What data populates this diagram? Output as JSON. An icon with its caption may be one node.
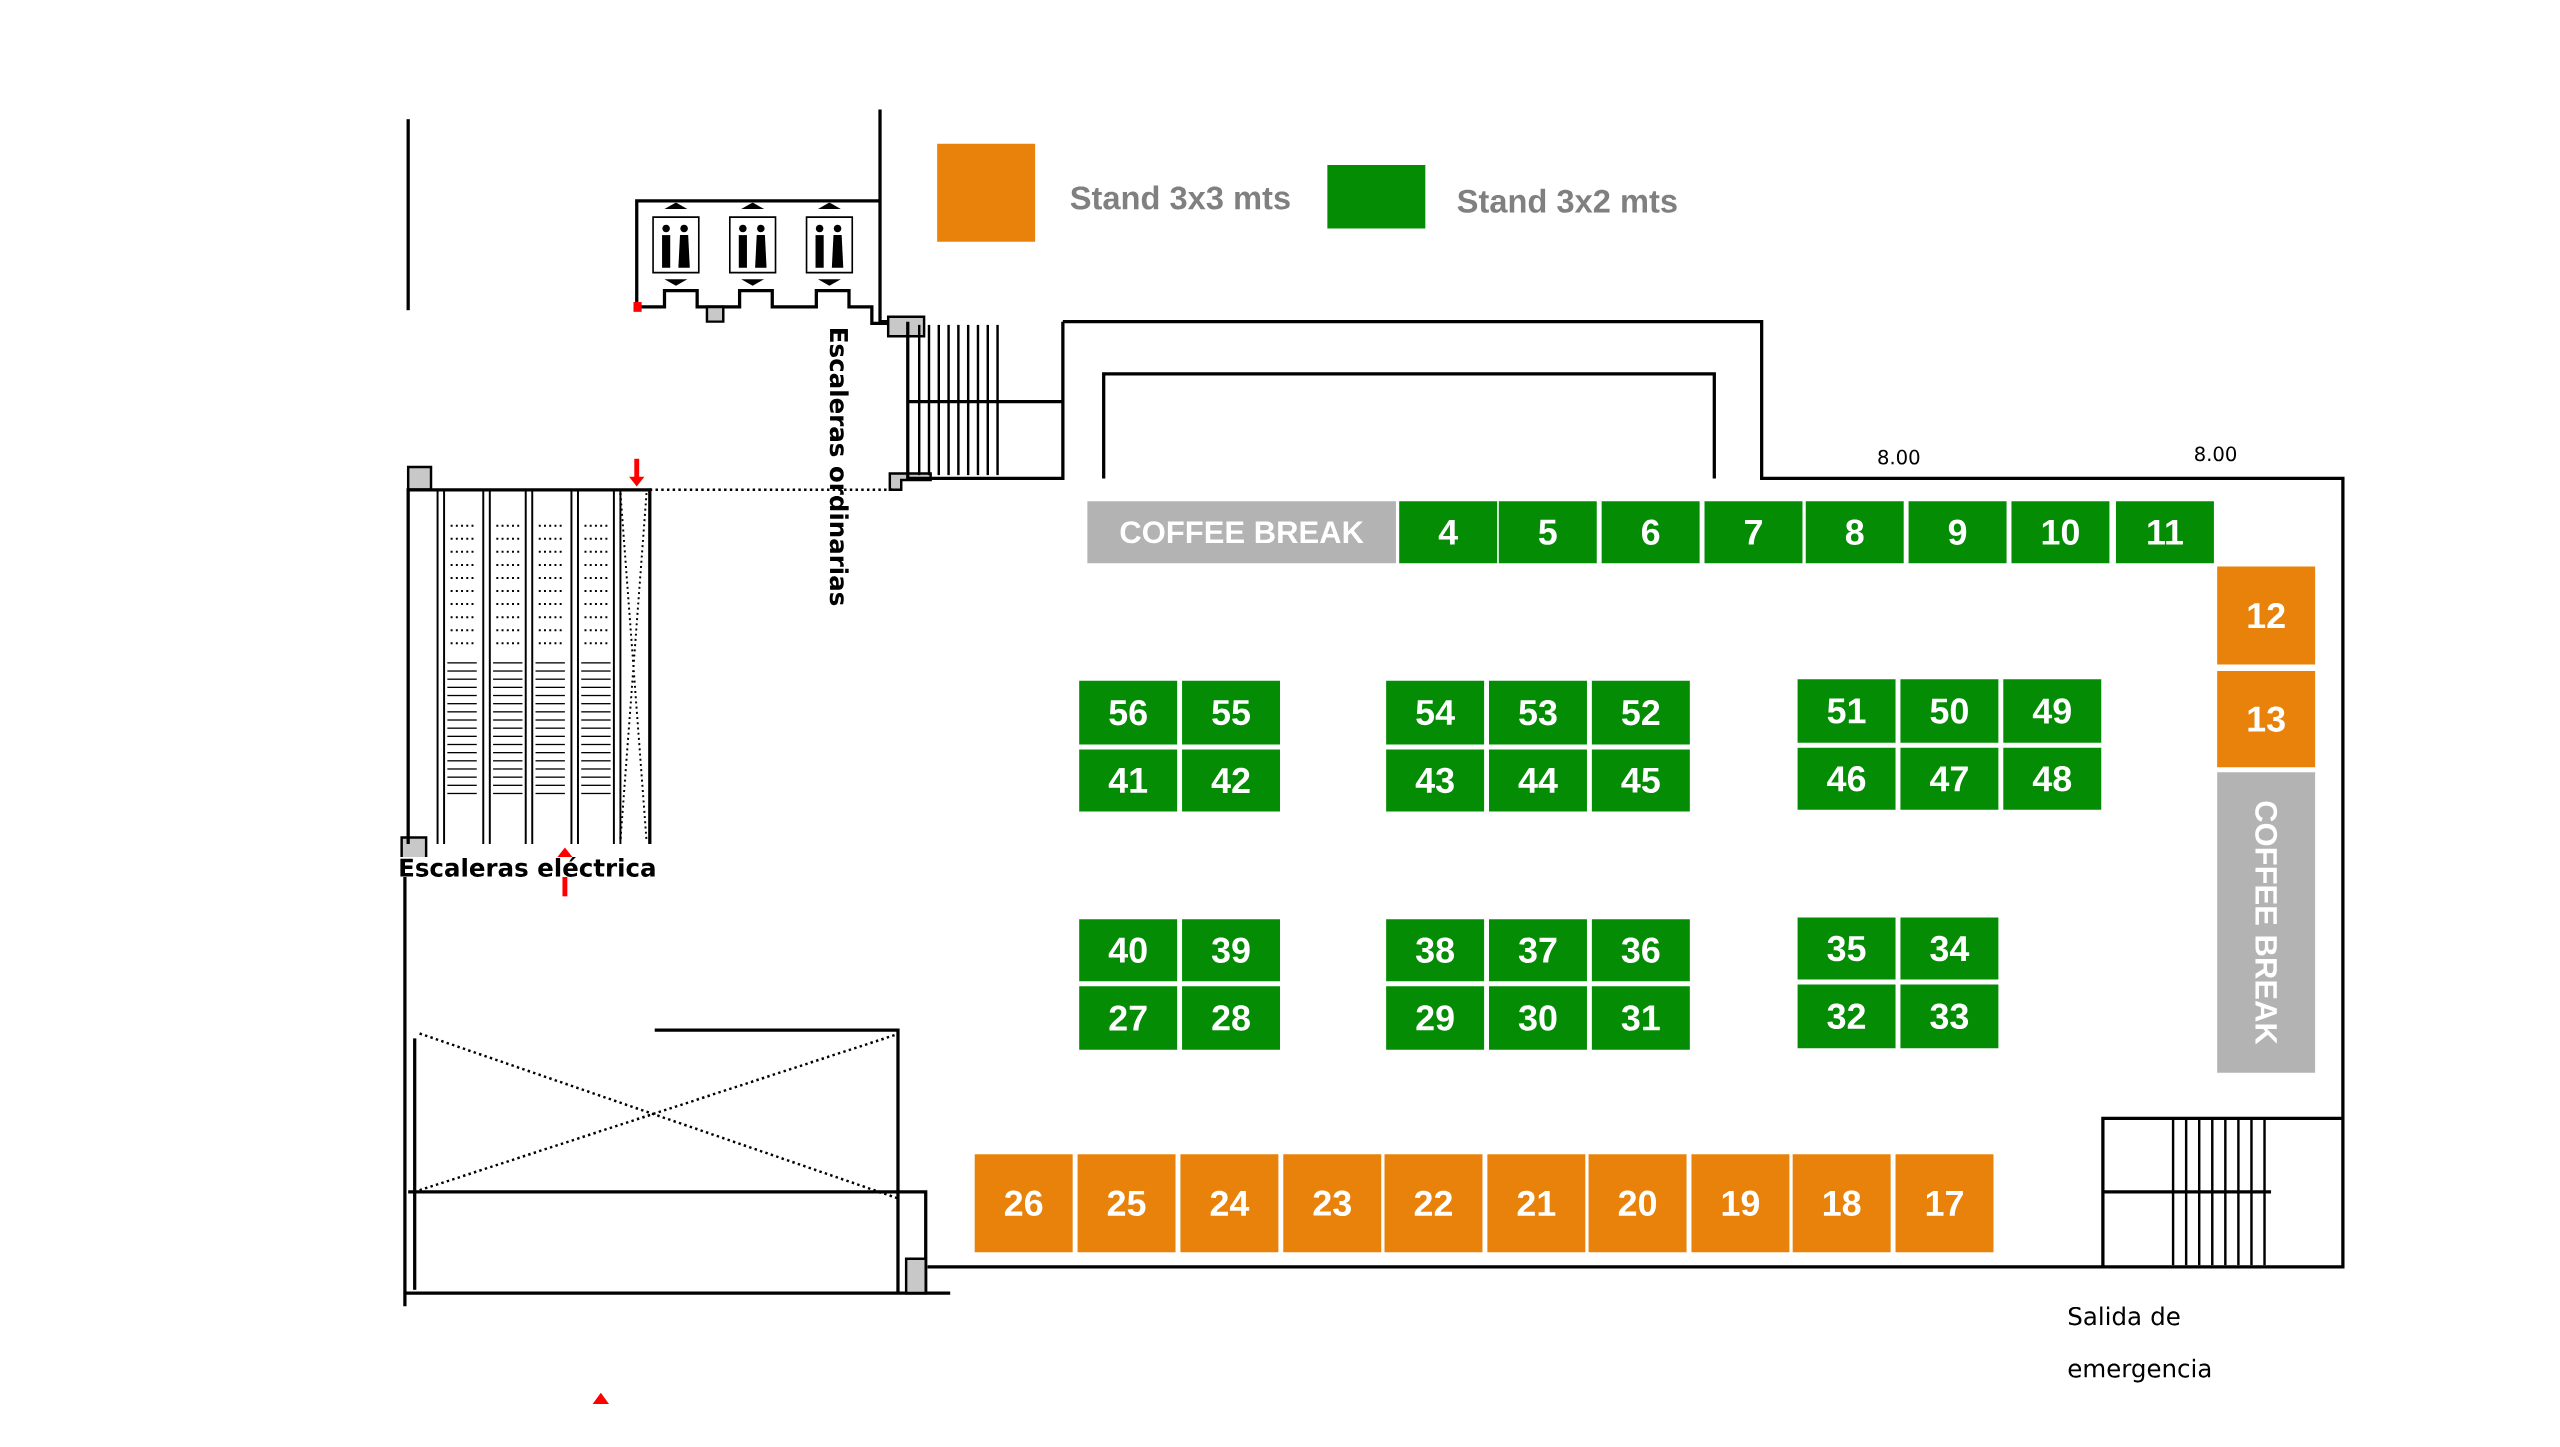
{
  "diagram": {
    "nodes": [
      {
        "text": [
          "COFFEE BREAK"
        ]
      },
      {
        "text": [
          "4"
        ]
      },
      {
        "text": [
          "5"
        ]
      },
      {
        "text": [
          "6"
        ]
      },
      {
        "text": [
          "7"
        ]
      },
      {
        "text": [
          "8"
        ]
      },
      {
        "text": [
          "9"
        ]
      },
      {
        "text": [
          "10"
        ]
      },
      {
        "text": [
          "11"
        ]
      },
      {
        "text": [
          "12"
        ]
      },
      {
        "text": [
          "13"
        ]
      },
      {
        "text": [
          "COFFEE BREAK"
        ]
      },
      {
        "text": [
          "56"
        ]
      },
      {
        "text": [
          "55"
        ]
      },
      {
        "text": [
          "54"
        ]
      },
      {
        "text": [
          "53"
        ]
      },
      {
        "text": [
          "52"
        ]
      },
      {
        "text": [
          "51"
        ]
      },
      {
        "text": [
          "50"
        ]
      },
      {
        "text": [
          "49"
        ]
      },
      {
        "text": [
          "41"
        ]
      },
      {
        "text": [
          "42"
        ]
      },
      {
        "text": [
          "43"
        ]
      },
      {
        "text": [
          "44"
        ]
      },
      {
        "text": [
          "45"
        ]
      },
      {
        "text": [
          "46"
        ]
      },
      {
        "text": [
          "47"
        ]
      },
      {
        "text": [
          "48"
        ]
      },
      {
        "text": [
          "40"
        ]
      },
      {
        "text": [
          "39"
        ]
      },
      {
        "text": [
          "38"
        ]
      },
      {
        "text": [
          "37"
        ]
      },
      {
        "text": [
          "36"
        ]
      },
      {
        "text": [
          "35"
        ]
      },
      {
        "text": [
          "34"
        ]
      },
      {
        "text": [
          "27"
        ]
      },
      {
        "text": [
          "28"
        ]
      },
      {
        "text": [
          "29"
        ]
      },
      {
        "text": [
          "30"
        ]
      },
      {
        "text": [
          "31"
        ]
      },
      {
        "text": [
          "32"
        ]
      },
      {
        "text": [
          "33"
        ]
      },
      {
        "text": [
          "26"
        ]
      },
      {
        "text": [
          "25"
        ]
      },
      {
        "text": [
          "24"
        ]
      },
      {
        "text": [
          "23"
        ]
      },
      {
        "text": [
          "22"
        ]
      },
      {
        "text": [
          "21"
        ]
      },
      {
        "text": [
          "20"
        ]
      },
      {
        "text": [
          "19"
        ]
      },
      {
        "text": [
          "18"
        ]
      },
      {
        "text": [
          "17"
        ]
      }
    ],
    "labels": [
      "Escaleras ordinarias",
      "8.00",
      "8.00",
      "Escaleras eléctrica",
      "Salida de emergencia"
    ],
    "legend": [
      {
        "text": "Stand 3x3 mts",
        "color": "#e8820a"
      },
      {
        "text": "Stand 3x2 mts",
        "color": "#038c04"
      }
    ]
  }
}
